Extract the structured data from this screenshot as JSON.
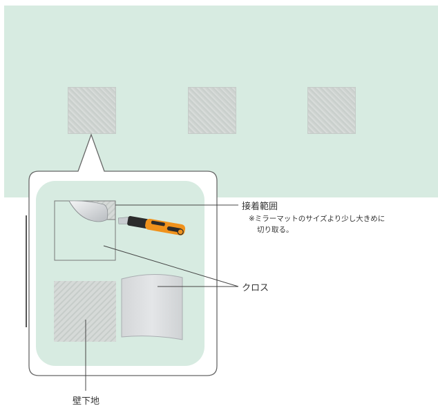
{
  "labels": {
    "adhesive_area": "接着範囲",
    "note_line1": "※ミラーマットのサイズより少し大きめに",
    "note_line2": "切り取る。",
    "cloth": "クロス",
    "wall_base": "壁下地"
  },
  "colors": {
    "wall_green": "#d7ebe1",
    "callout_border": "#666666",
    "leader_line": "#444444",
    "cutter_orange": "#f0921c",
    "cutter_black": "#2b2b2b",
    "blade_silver": "#c8ccd0"
  },
  "icons": [
    "utility-knife-icon",
    "peeled-cloth-corner-icon"
  ]
}
